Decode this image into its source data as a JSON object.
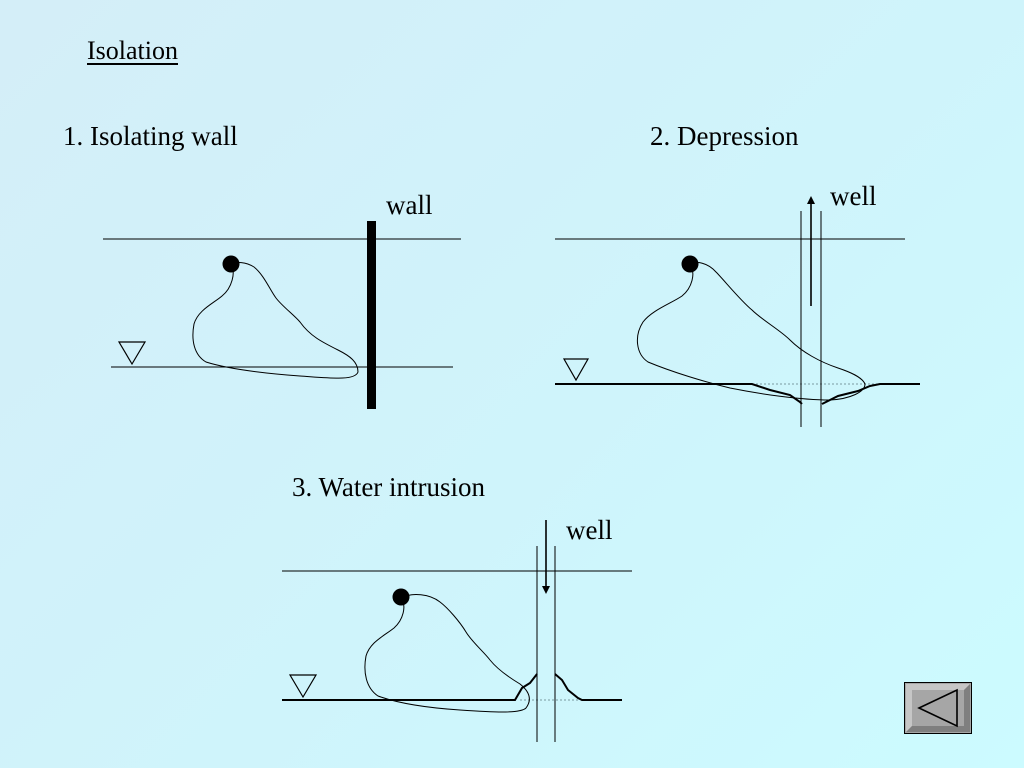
{
  "slide": {
    "title": "Isolation"
  },
  "panels": [
    {
      "heading": "1. Isolating wall",
      "label": "wall"
    },
    {
      "heading": "2. Depression",
      "label": "well"
    },
    {
      "heading": "3. Water intrusion",
      "label": "well"
    }
  ],
  "colors": {
    "background_start": "#d4eef8",
    "background_end": "#ccfbff",
    "button_face": "#a6a6a6",
    "ink": "#000000"
  },
  "icons": {
    "water_table": "triangle-down",
    "back_button": "triangle-left"
  }
}
